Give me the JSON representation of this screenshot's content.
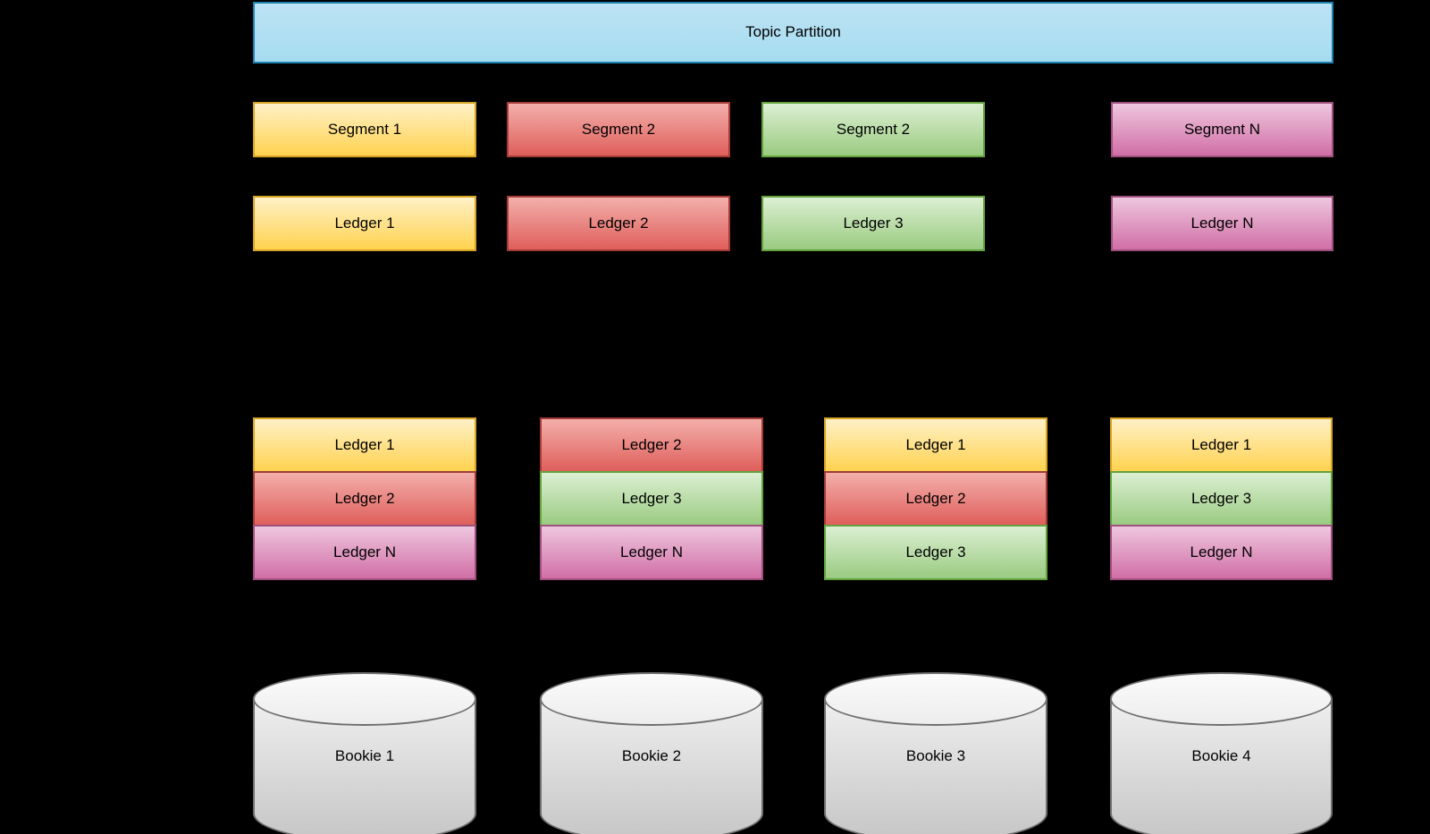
{
  "topic_partition": {
    "label": "Topic Partition",
    "color": "blue"
  },
  "segments_row": [
    {
      "label": "Segment 1",
      "color": "yellow"
    },
    {
      "label": "Segment 2",
      "color": "red"
    },
    {
      "label": "Segment 2",
      "color": "green"
    },
    {
      "label": "Segment N",
      "color": "pink"
    }
  ],
  "ledgers_row": [
    {
      "label": "Ledger 1",
      "color": "yellow"
    },
    {
      "label": "Ledger 2",
      "color": "red"
    },
    {
      "label": "Ledger 3",
      "color": "green"
    },
    {
      "label": "Ledger N",
      "color": "pink"
    }
  ],
  "ledger_stacks": [
    {
      "items": [
        {
          "label": "Ledger 1",
          "color": "yellow"
        },
        {
          "label": "Ledger 2",
          "color": "red"
        },
        {
          "label": "Ledger N",
          "color": "pink"
        }
      ]
    },
    {
      "items": [
        {
          "label": "Ledger 2",
          "color": "red"
        },
        {
          "label": "Ledger 3",
          "color": "green"
        },
        {
          "label": "Ledger N",
          "color": "pink"
        }
      ]
    },
    {
      "items": [
        {
          "label": "Ledger 1",
          "color": "yellow"
        },
        {
          "label": "Ledger 2",
          "color": "red"
        },
        {
          "label": "Ledger 3",
          "color": "green"
        }
      ]
    },
    {
      "items": [
        {
          "label": "Ledger 1",
          "color": "yellow"
        },
        {
          "label": "Ledger 3",
          "color": "green"
        },
        {
          "label": "Ledger N",
          "color": "pink"
        }
      ]
    }
  ],
  "bookies": [
    {
      "label": "Bookie 1"
    },
    {
      "label": "Bookie 2"
    },
    {
      "label": "Bookie 3"
    },
    {
      "label": "Bookie 4"
    }
  ],
  "colors": {
    "blue": {
      "top": "#BCE3F4",
      "bottom": "#A6DCF0",
      "border": "#1E80AE"
    },
    "yellow": {
      "top": "#FFF1C7",
      "bottom": "#FFD24F",
      "border": "#D6A425"
    },
    "red": {
      "top": "#F3AFAB",
      "bottom": "#DF5F5B",
      "border": "#A33B37"
    },
    "green": {
      "top": "#DCEFD2",
      "bottom": "#9ACB81",
      "border": "#63A23E"
    },
    "pink": {
      "top": "#EEC6DE",
      "bottom": "#D16FA6",
      "border": "#9E4F7D"
    },
    "grayTop": {
      "top": "#FBFBFB",
      "bottom": "#EDEDED",
      "border": "#6F6F6F"
    },
    "grayBody": {
      "top": "#EFEFEF",
      "bottom": "#C6C6C6",
      "border": "#6F6F6F"
    },
    "background": "#000000",
    "text": "#000000"
  }
}
